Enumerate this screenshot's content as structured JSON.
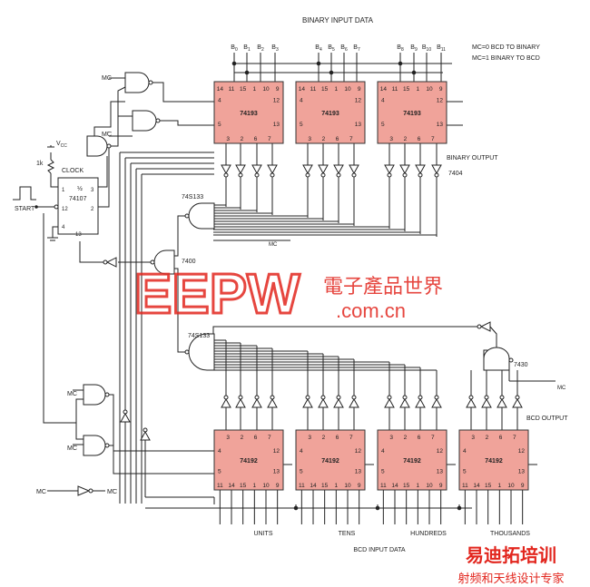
{
  "header": {
    "title": "BINARY INPUT DATA"
  },
  "mode_note": {
    "line1": "MC=0 BCD TO BINARY",
    "line2": "MC=1 BINARY TO BCD"
  },
  "binary_inputs": [
    "B0",
    "B1",
    "B2",
    "B3",
    "B4",
    "B5",
    "B6",
    "B7",
    "B8",
    "B9",
    "B10",
    "B11"
  ],
  "chips_top": [
    {
      "name": "74193",
      "pins": [
        "14",
        "11",
        "15",
        "1",
        "10",
        "9",
        "4",
        "12",
        "5",
        "13",
        "3",
        "2",
        "6",
        "7"
      ]
    },
    {
      "name": "74193",
      "pins": [
        "14",
        "11",
        "15",
        "1",
        "10",
        "9",
        "4",
        "12",
        "5",
        "13",
        "3",
        "2",
        "6",
        "7"
      ]
    },
    {
      "name": "74193",
      "pins": [
        "14",
        "11",
        "15",
        "1",
        "10",
        "9",
        "4",
        "12",
        "5",
        "13",
        "3",
        "2",
        "6",
        "7"
      ]
    }
  ],
  "chips_bottom": [
    {
      "name": "74192",
      "pins": [
        "3",
        "2",
        "6",
        "7",
        "4",
        "12",
        "5",
        "13",
        "11",
        "14",
        "15",
        "1",
        "10",
        "9"
      ]
    },
    {
      "name": "74192",
      "pins": [
        "3",
        "2",
        "6",
        "7",
        "4",
        "12",
        "5",
        "13",
        "11",
        "14",
        "15",
        "1",
        "10",
        "9"
      ]
    },
    {
      "name": "74192",
      "pins": [
        "3",
        "2",
        "6",
        "7",
        "4",
        "12",
        "5",
        "13",
        "11",
        "14",
        "15",
        "1",
        "10",
        "9"
      ]
    },
    {
      "name": "74192",
      "pins": [
        "3",
        "2",
        "6",
        "7",
        "4",
        "12",
        "5",
        "13",
        "11",
        "14",
        "15",
        "1",
        "10",
        "9"
      ]
    }
  ],
  "labels": {
    "binary_output": "BINARY OUTPUT",
    "inv_7404": "7404",
    "gate_74s133_top": "74S133",
    "gate_74s133_bottom": "74S133",
    "gate_7400": "7400",
    "gate_7430": "7430",
    "bcd_output": "BCD OUTPUT",
    "bcd_input": "BCD INPUT DATA",
    "units": "UNITS",
    "tens": "TENS",
    "hundreds": "HUNDREDS",
    "thousands": "THOUSANDS",
    "mc": "MC",
    "mc_bar": "MC",
    "vcc": "V",
    "vcc_sub": "CC",
    "res_1k": "1k",
    "clock": "CLOCK",
    "start": "START",
    "ff_half": "½",
    "ff_name": "74107",
    "ff_pin1": "1",
    "ff_pin3": "3",
    "ff_pin12": "12",
    "ff_pin2": "2",
    "ff_pin4": "4",
    "ff_pin13": "13"
  },
  "watermark": {
    "brand": "EEPW",
    "cn_name": "電子產品世界",
    "url": ".com.cn"
  },
  "corner_logo": {
    "line1": "易迪拓培训",
    "line2": "射频和天线设计专家"
  },
  "colors": {
    "chip_fill": "#f0a39a",
    "chip_stroke": "#333333",
    "watermark": "#e2261e",
    "background": "#ffffff",
    "ink": "#222222"
  }
}
